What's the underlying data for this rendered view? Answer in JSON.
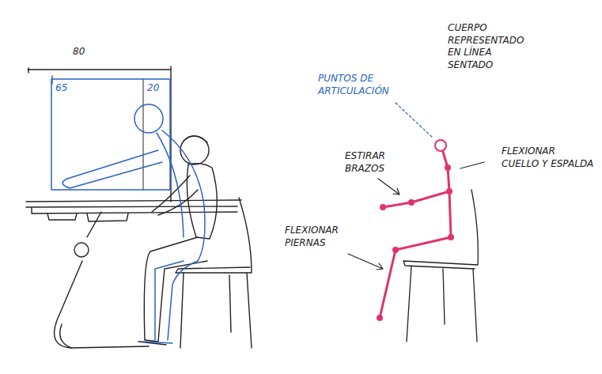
{
  "diagram": {
    "labels": [
      "80",
      "65",
      "20",
      "PUNTOS DE ARTICULACIÓN",
      "CUERPO REPRESENTADO EN LÍNEA SENTADO",
      "ESTIRAR BRAZOS",
      "FLEXIONAR CUELLO Y ESPALDA",
      "FLEXIONAR PIERNAS"
    ]
  }
}
